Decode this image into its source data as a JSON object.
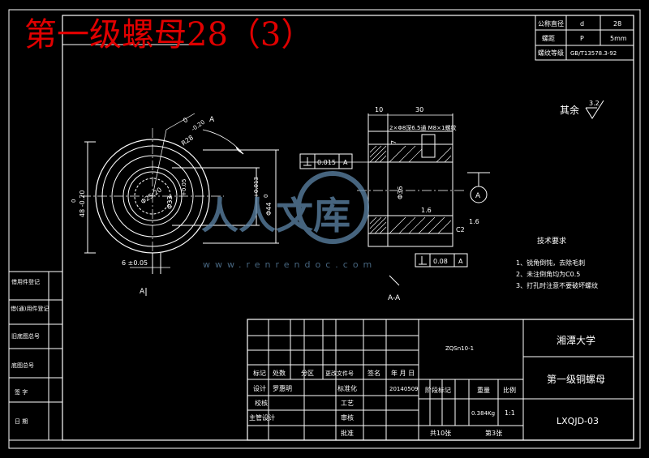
{
  "header_title": "第一级螺母28（3）",
  "thread_table": {
    "rows": [
      [
        "公称直径",
        "d",
        "28"
      ],
      [
        "螺距",
        "P",
        "5mm"
      ],
      [
        "螺纹等级",
        "GB/T13578.3-92"
      ]
    ]
  },
  "roughness_note": {
    "label": "其余",
    "value": "3.2"
  },
  "section_labels": {
    "view_a": "A",
    "section": "A-A",
    "arrow_a": "A"
  },
  "front_view_dims": {
    "angle": "0",
    "radius_top": "R28",
    "tol": "-0.20",
    "left_dia": "48 -0.20",
    "left_zero": "0",
    "inner_dia": "Φ25.20",
    "mid_dia": "Φ33",
    "tol_small": "+0.05",
    "right_dia": "Φ44",
    "right_tol": "+0.013",
    "right_zero": "0",
    "bottom": "6 ±0.05"
  },
  "section_dims": {
    "top_left": "10",
    "top_width": "30",
    "hole_note": "2×Φ8深6.5通 M8×1螺纹",
    "depth": "7",
    "mid_dia": "Φ36",
    "rough1": "1.6",
    "rough2": "1.6",
    "chamfer": "C2",
    "tol_box1": "0.015",
    "tol_ref1": "A",
    "tol_box2": "0.08",
    "tol_ref2": "A",
    "datum": "A"
  },
  "tech_req": {
    "title": "技术要求",
    "items": [
      "1、锐角倒钝，去除毛刺",
      "2、未注倒角均为C0.5",
      "3、打孔时注意不要破坏螺纹"
    ]
  },
  "left_strip": [
    "借用件登记",
    "借(通)用件登记",
    "旧底图总号",
    "底图总号",
    "签 字",
    "日 期"
  ],
  "title_block": {
    "material": "ZQSn10-1",
    "school": "湘潭大学",
    "part_name": "第一级铜螺母",
    "drawing_no": "LXQJD-03",
    "header_cells": [
      "标记",
      "处数",
      "分区",
      "更改文件号",
      "签名",
      "年 月 日"
    ],
    "designer_row": [
      "设计",
      "罗惠明",
      "标准化",
      "20140509"
    ],
    "checker": "校核",
    "process": "工艺",
    "chief": "主管设计",
    "review": "审核",
    "approve": "批准",
    "stage_label": "阶段标记",
    "weight_label": "重量",
    "scale_label": "比例",
    "weight": "0.384Kg",
    "scale": "1:1",
    "sheets_total": "共10张",
    "sheet_no": "第3张"
  },
  "watermark": {
    "text": "人人文库",
    "url": "www.renrendoc.com"
  }
}
